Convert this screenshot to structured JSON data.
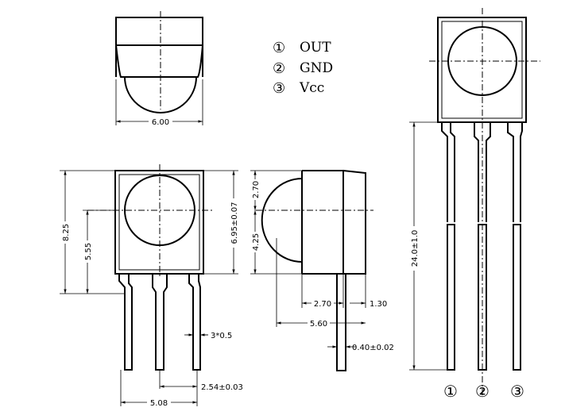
{
  "pin_legend": [
    {
      "number": "1",
      "symbol": "①",
      "label": "OUT"
    },
    {
      "number": "2",
      "symbol": "②",
      "label": "GND"
    },
    {
      "number": "3",
      "symbol": "③",
      "label": "Vcc"
    }
  ],
  "bottom_pin_labels": [
    "①",
    "②",
    "③"
  ],
  "dimensions": {
    "top_width": "6.00",
    "front_height": "8.25",
    "front_center_height": "5.55",
    "body_height": "6.95±0.07",
    "side_upper": "2.70",
    "side_lower": "4.25",
    "side_offset": "2.70",
    "side_tab": "1.30",
    "side_depth": "5.60",
    "lead_thickness": "0.40±0.02",
    "lead_width": "3*0.5",
    "lead_pitch": "2.54±0.03",
    "lead_span": "5.08",
    "total_length": "24.0±1.0"
  }
}
